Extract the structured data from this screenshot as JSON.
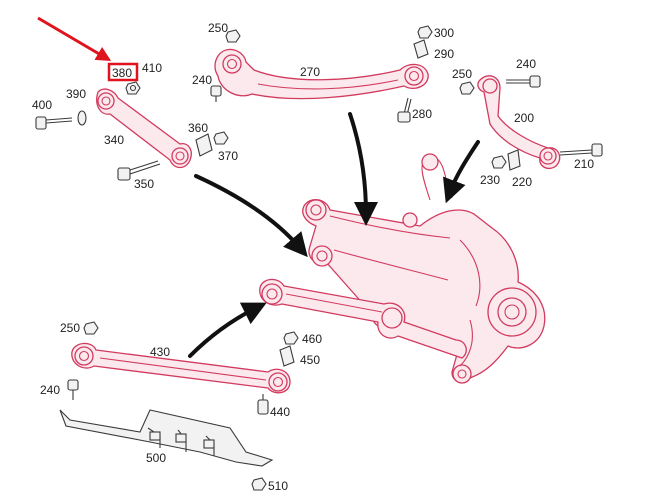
{
  "diagram": {
    "callouts": [
      {
        "id": "c400",
        "text": "400"
      },
      {
        "id": "c390",
        "text": "390"
      },
      {
        "id": "c380",
        "text": "380",
        "highlighted": true
      },
      {
        "id": "c410",
        "text": "410"
      },
      {
        "id": "c340",
        "text": "340"
      },
      {
        "id": "c360",
        "text": "360"
      },
      {
        "id": "c370",
        "text": "370"
      },
      {
        "id": "c350",
        "text": "350"
      },
      {
        "id": "c250a",
        "text": "250"
      },
      {
        "id": "c240a",
        "text": "240"
      },
      {
        "id": "c270",
        "text": "270"
      },
      {
        "id": "c280",
        "text": "280"
      },
      {
        "id": "c300",
        "text": "300"
      },
      {
        "id": "c290",
        "text": "290"
      },
      {
        "id": "c250b",
        "text": "250"
      },
      {
        "id": "c240b",
        "text": "240"
      },
      {
        "id": "c200",
        "text": "200"
      },
      {
        "id": "c230",
        "text": "230"
      },
      {
        "id": "c220",
        "text": "220"
      },
      {
        "id": "c210",
        "text": "210"
      },
      {
        "id": "c250c",
        "text": "250"
      },
      {
        "id": "c430",
        "text": "430"
      },
      {
        "id": "c460",
        "text": "460"
      },
      {
        "id": "c450",
        "text": "450"
      },
      {
        "id": "c240c",
        "text": "240"
      },
      {
        "id": "c440",
        "text": "440"
      },
      {
        "id": "c500",
        "text": "500"
      },
      {
        "id": "c510",
        "text": "510"
      }
    ],
    "colors": {
      "parts_outline": "#d23a5e",
      "hardware": "#3a3a3a",
      "highlight": "#e0141e",
      "pointer_arrow": "#e0141e",
      "flow_arrows": "#111111"
    }
  }
}
